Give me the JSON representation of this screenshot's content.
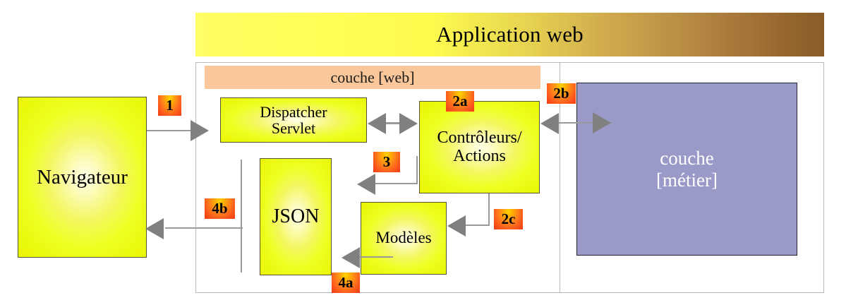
{
  "title": {
    "label": "Application web"
  },
  "layers": {
    "web": {
      "banner_label": "couche [web]"
    },
    "metier": {
      "label": "couche\n[métier]",
      "line1": "couche",
      "line2": "[métier]",
      "color": "#9a9ac8"
    }
  },
  "boxes": {
    "navigateur": {
      "label": "Navigateur"
    },
    "dispatcher": {
      "line1": "Dispatcher",
      "line2": "Servlet"
    },
    "controleurs": {
      "line1": "Contrôleurs/",
      "line2": "Actions"
    },
    "json": {
      "label": "JSON"
    },
    "modeles": {
      "label": "Modèles"
    }
  },
  "steps": [
    {
      "id": "1",
      "label": "1"
    },
    {
      "id": "2a",
      "label": "2a"
    },
    {
      "id": "2b",
      "label": "2b"
    },
    {
      "id": "2c",
      "label": "2c"
    },
    {
      "id": "3",
      "label": "3"
    },
    {
      "id": "4a",
      "label": "4a"
    },
    {
      "id": "4b",
      "label": "4b"
    }
  ],
  "colors": {
    "title_gradient_start": "#ffff66",
    "title_gradient_end": "#8a5a28",
    "web_banner": "#fac79a",
    "metier_fill": "#9a9ac8",
    "box_fill": "#eeff22",
    "badge_start": "#ffd400",
    "badge_end": "#f23b12",
    "arrow": "#808080",
    "border": "#b9b9b9"
  }
}
